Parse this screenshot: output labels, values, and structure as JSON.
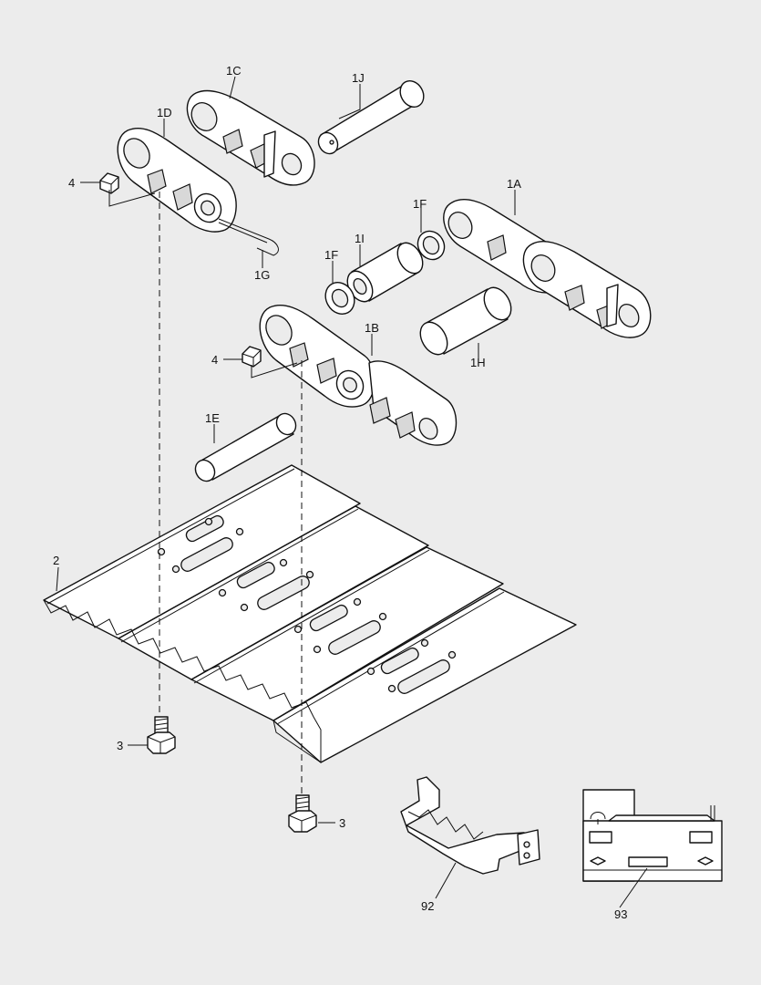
{
  "callouts": {
    "c1C": "1C",
    "c1J": "1J",
    "c1D": "1D",
    "c4a": "4",
    "c1F_top": "1F",
    "c1A": "1A",
    "c1I": "1I",
    "c1F_left": "1F",
    "c1G": "1G",
    "c1B": "1B",
    "c4b": "4",
    "c1H": "1H",
    "c1E": "1E",
    "c2": "2",
    "c3a": "3",
    "c3b": "3",
    "c92": "92",
    "c93": "93"
  }
}
